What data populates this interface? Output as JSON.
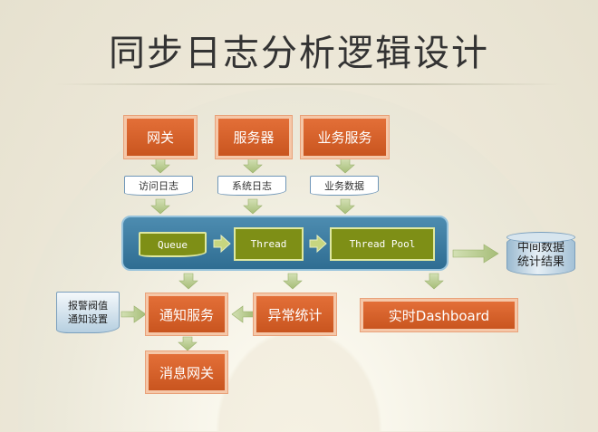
{
  "title": "同步日志分析逻辑设计",
  "sources": {
    "gateway": "网关",
    "server": "服务器",
    "business_service": "业务服务"
  },
  "logs": {
    "access_log": "访问日志",
    "system_log": "系统日志",
    "business_data": "业务数据"
  },
  "pipeline": {
    "queue": "Queue",
    "thread": "Thread",
    "thread_pool": "Thread Pool"
  },
  "outputs": {
    "stats_result": "中间数据\n统计结果",
    "notify_service": "通知服务",
    "anomaly_stats": "异常统计",
    "dashboard": "实时Dashboard",
    "message_gateway": "消息网关",
    "alarm_setting": "报警阀值\n通知设置"
  },
  "colors": {
    "orange": "#d45f27",
    "blue_panel": "#3a7ba0",
    "olive": "#7e8f16",
    "arrow_green": "#b5c98a"
  }
}
